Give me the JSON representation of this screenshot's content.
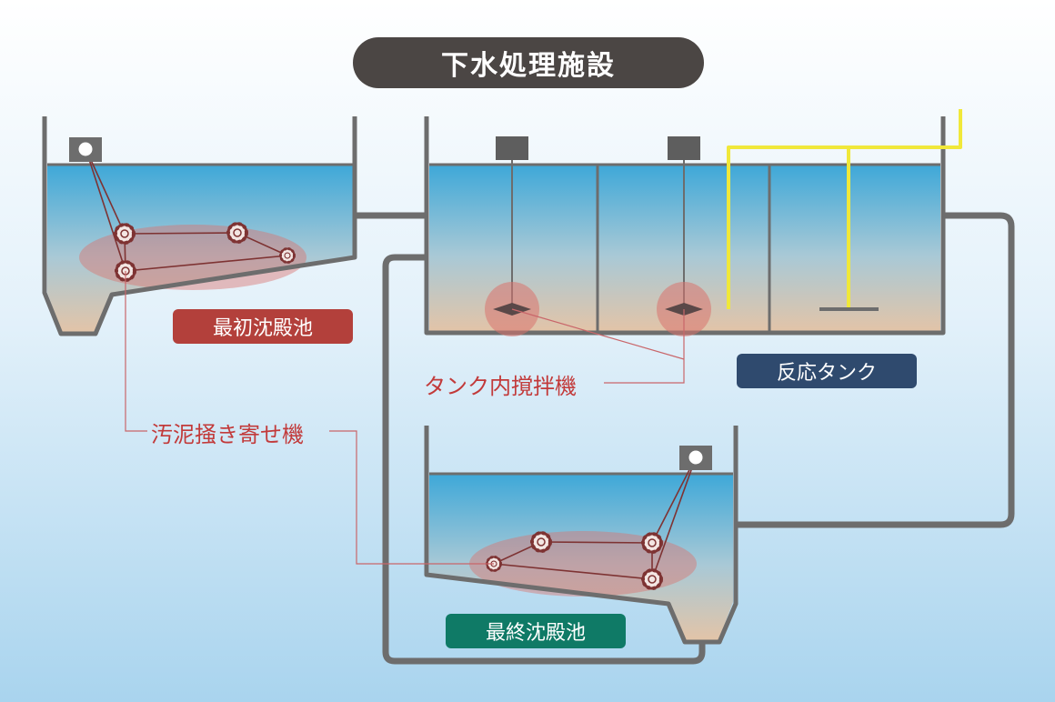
{
  "title": "下水処理施設",
  "labels": {
    "primary_tank": "最初沈殿池",
    "reaction_tank": "反応タンク",
    "final_tank": "最終沈殿池",
    "tank_mixer": "タンク内撹拌機",
    "sludge_collector": "汚泥掻き寄せ機"
  },
  "colors": {
    "title_bg": "#4b4644",
    "primary_label_bg": "#b3403b",
    "reaction_label_bg": "#2f4a6e",
    "final_label_bg": "#0f7a66",
    "callout_text": "#c23a3a",
    "pipe": "#6d6d6d",
    "air_pipe": "#f0e83a",
    "water_top": "#3ea8d8",
    "water_bottom": "#e2c4a8",
    "sludge": "#d9736e"
  },
  "icons": {
    "collector_drive": "sprocket-icon",
    "mixer_motor": "motor-block-icon",
    "mixer_impeller": "impeller-icon"
  }
}
